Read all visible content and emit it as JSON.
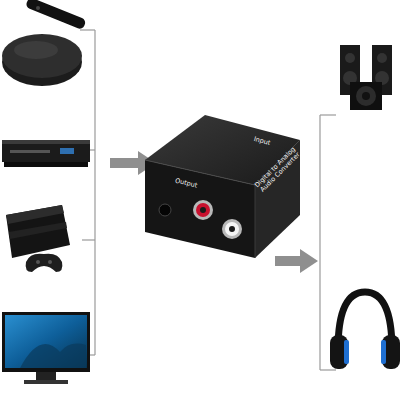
{
  "diagram": {
    "labels": [
      "Digital to Analog Audio Converter",
      "Input",
      "Output"
    ]
  }
}
